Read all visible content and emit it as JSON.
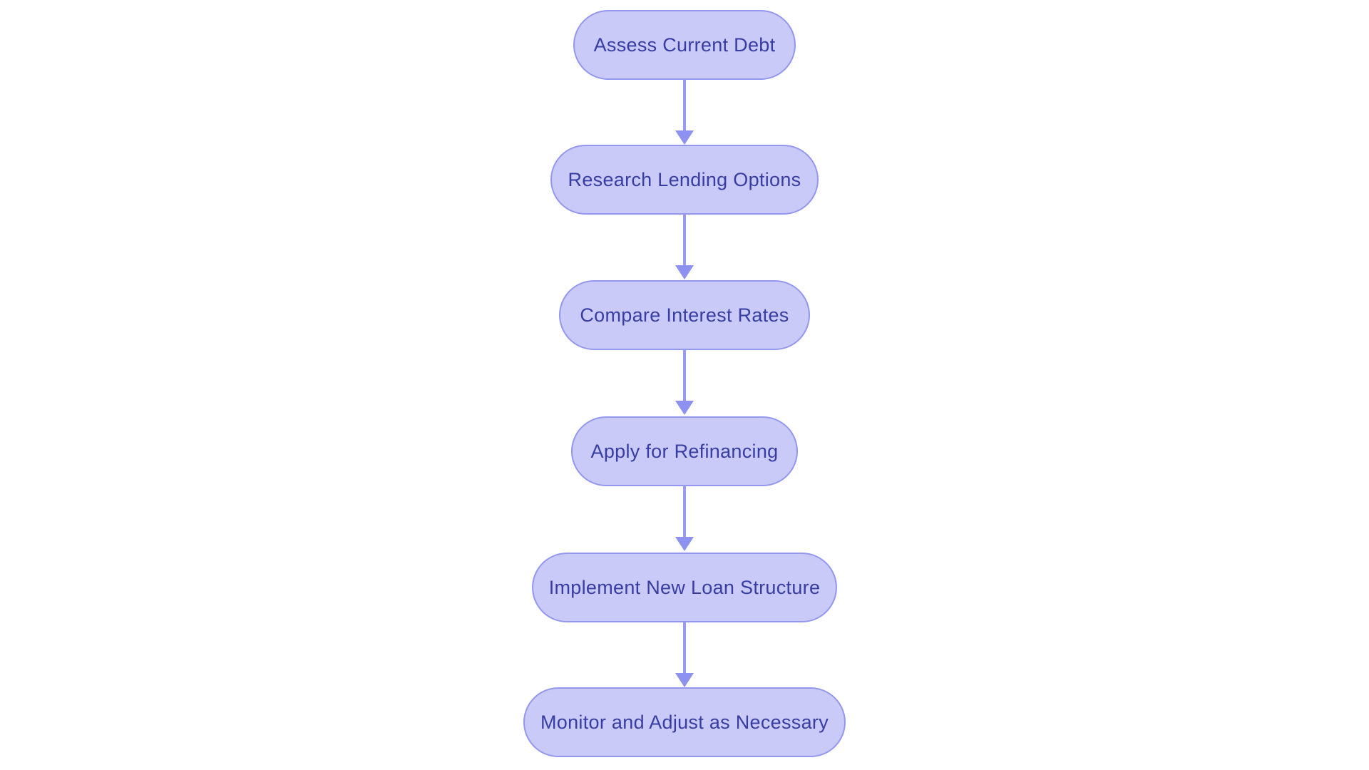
{
  "flowchart": {
    "type": "vertical-process-flow",
    "direction": "top-to-bottom",
    "nodes": [
      {
        "id": "assess-current-debt",
        "label": "Assess Current Debt"
      },
      {
        "id": "research-lending-options",
        "label": "Research Lending Options"
      },
      {
        "id": "compare-interest-rates",
        "label": "Compare Interest Rates"
      },
      {
        "id": "apply-for-refinancing",
        "label": "Apply for Refinancing"
      },
      {
        "id": "implement-new-loan-structure",
        "label": "Implement New Loan Structure"
      },
      {
        "id": "monitor-and-adjust-as-necessary",
        "label": "Monitor and Adjust as Necessary"
      }
    ],
    "connections": [
      {
        "from": "assess-current-debt",
        "to": "research-lending-options"
      },
      {
        "from": "research-lending-options",
        "to": "compare-interest-rates"
      },
      {
        "from": "compare-interest-rates",
        "to": "apply-for-refinancing"
      },
      {
        "from": "apply-for-refinancing",
        "to": "implement-new-loan-structure"
      },
      {
        "from": "implement-new-loan-structure",
        "to": "monitor-and-adjust-as-necessary"
      }
    ],
    "colors": {
      "background": "#ffffff",
      "node_fill": "#c9caf8",
      "node_border": "#9397ee",
      "node_text": "#383da3",
      "arrow": "#8d91f0"
    }
  }
}
